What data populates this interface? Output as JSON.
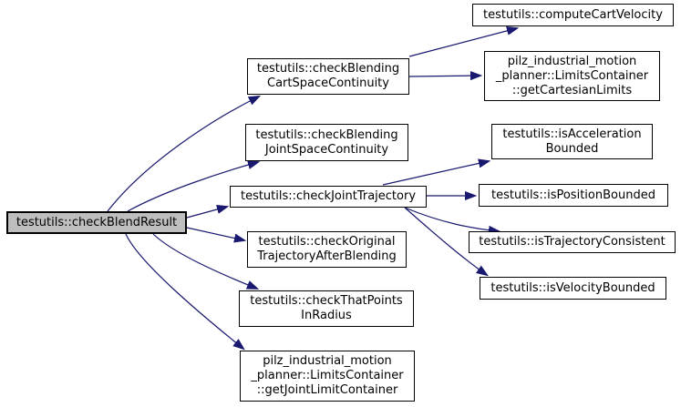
{
  "diagram": {
    "type": "call-graph",
    "colors": {
      "background": "#ffffff",
      "edge": "#191970",
      "node_border": "#000000",
      "node_fill": "#ffffff",
      "highlight_fill": "#bebebe",
      "text": "#000000"
    },
    "nodes": {
      "check_blend_result": {
        "label": "testutils::checkBlendResult",
        "highlighted": true
      },
      "check_blending_cart_space": {
        "label": "testutils::checkBlending\nCartSpaceContinuity",
        "highlighted": false
      },
      "check_blending_joint_space": {
        "label": "testutils::checkBlending\nJointSpaceContinuity",
        "highlighted": false
      },
      "check_joint_trajectory": {
        "label": "testutils::checkJointTrajectory",
        "highlighted": false
      },
      "check_original_trajectory_after_blending": {
        "label": "testutils::checkOriginal\nTrajectoryAfterBlending",
        "highlighted": false
      },
      "check_that_points_in_radius": {
        "label": "testutils::checkThatPoints\nInRadius",
        "highlighted": false
      },
      "get_joint_limit_container": {
        "label": "pilz_industrial_motion\n_planner::LimitsContainer\n::getJointLimitContainer",
        "highlighted": false
      },
      "compute_cart_velocity": {
        "label": "testutils::computeCartVelocity",
        "highlighted": false
      },
      "get_cartesian_limits": {
        "label": "pilz_industrial_motion\n_planner::LimitsContainer\n::getCartesianLimits",
        "highlighted": false
      },
      "is_acceleration_bounded": {
        "label": "testutils::isAcceleration\nBounded",
        "highlighted": false
      },
      "is_position_bounded": {
        "label": "testutils::isPositionBounded",
        "highlighted": false
      },
      "is_trajectory_consistent": {
        "label": "testutils::isTrajectoryConsistent",
        "highlighted": false
      },
      "is_velocity_bounded": {
        "label": "testutils::isVelocityBounded",
        "highlighted": false
      }
    },
    "edges": [
      {
        "from": "check_blend_result",
        "to": "check_blending_cart_space"
      },
      {
        "from": "check_blend_result",
        "to": "check_blending_joint_space"
      },
      {
        "from": "check_blend_result",
        "to": "check_joint_trajectory"
      },
      {
        "from": "check_blend_result",
        "to": "check_original_trajectory_after_blending"
      },
      {
        "from": "check_blend_result",
        "to": "check_that_points_in_radius"
      },
      {
        "from": "check_blend_result",
        "to": "get_joint_limit_container"
      },
      {
        "from": "check_blending_cart_space",
        "to": "compute_cart_velocity"
      },
      {
        "from": "check_blending_cart_space",
        "to": "get_cartesian_limits"
      },
      {
        "from": "check_joint_trajectory",
        "to": "is_acceleration_bounded"
      },
      {
        "from": "check_joint_trajectory",
        "to": "is_position_bounded"
      },
      {
        "from": "check_joint_trajectory",
        "to": "is_trajectory_consistent"
      },
      {
        "from": "check_joint_trajectory",
        "to": "is_velocity_bounded"
      }
    ]
  }
}
